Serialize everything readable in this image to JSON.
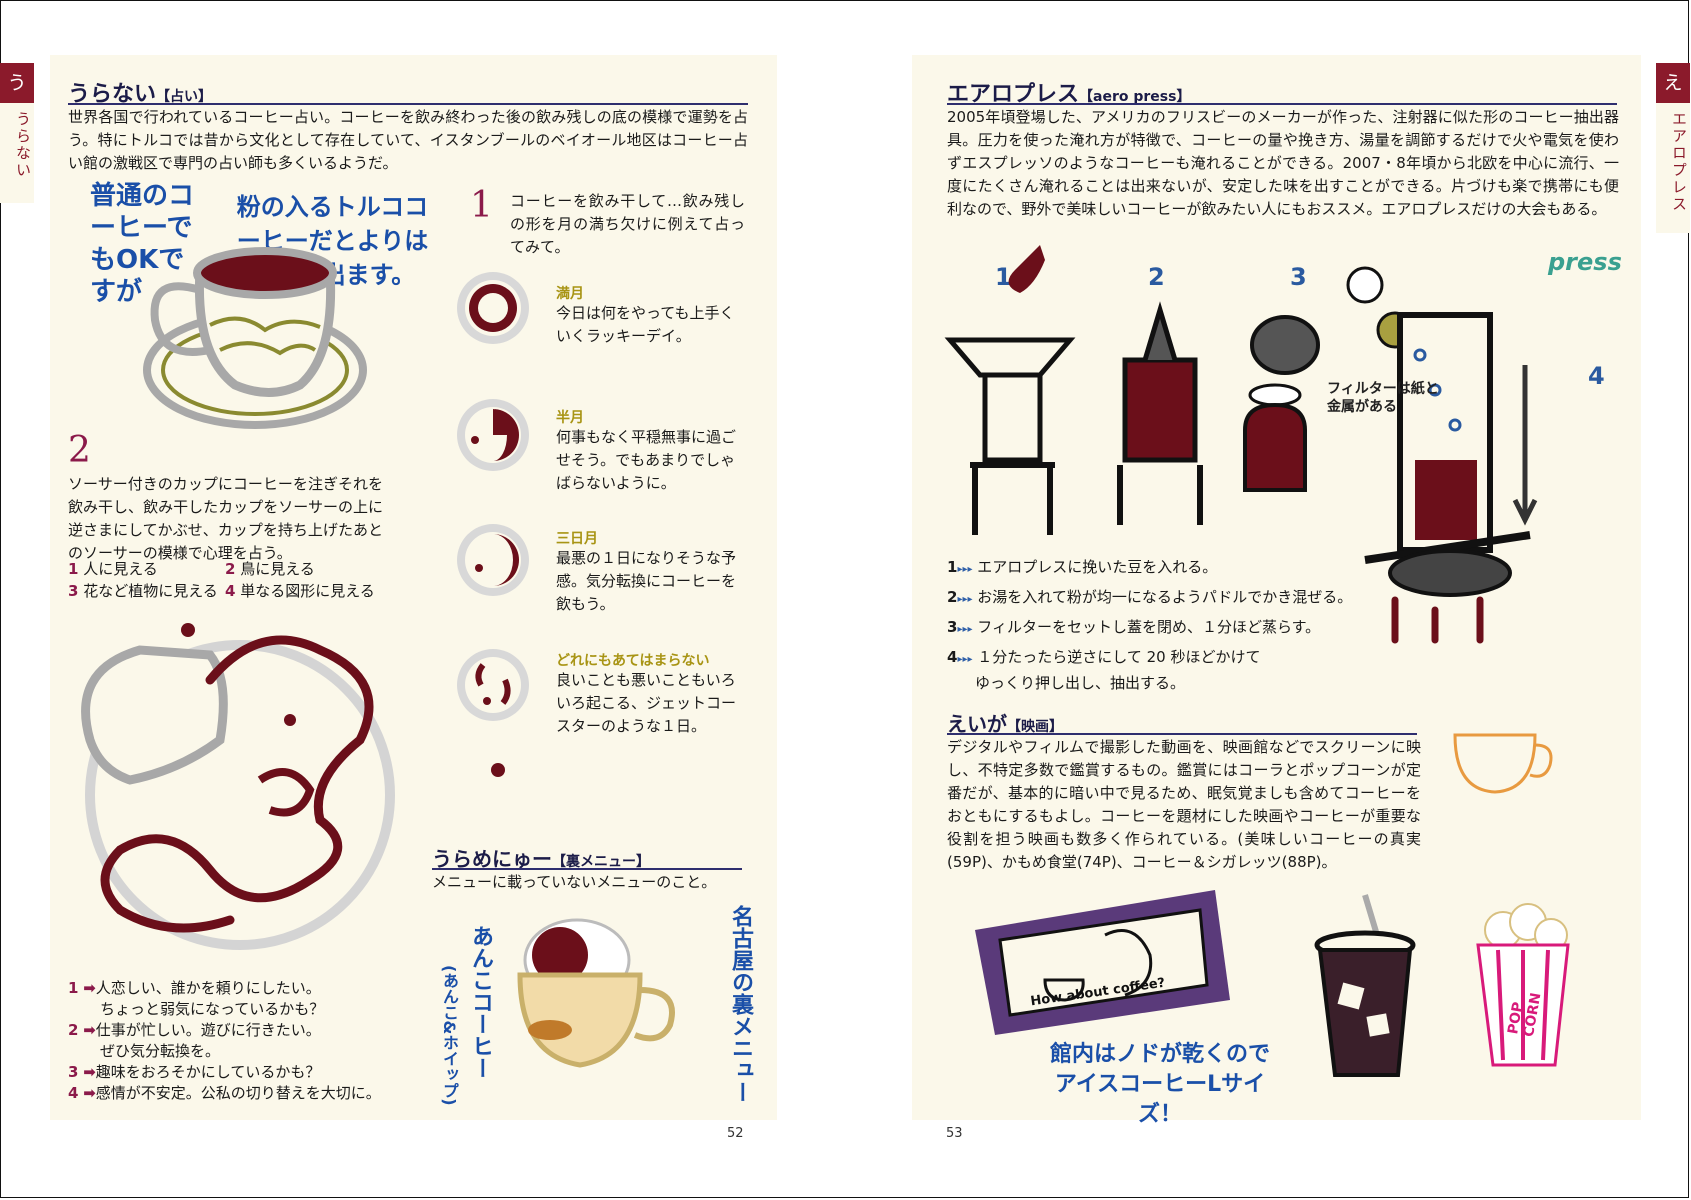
{
  "left": {
    "tab": {
      "letter": "う",
      "label": "うらない"
    },
    "uranai": {
      "title": "うらない",
      "tag": "【占い】",
      "intro": "世界各国で行われているコーヒー占い。コーヒーを飲み終わった後の飲み残しの底の模様で運勢を占う。特にトルコでは昔から文化として存在していて、イスタンブールのベイオール地区はコーヒー占い館の激戦区で専門の占い師も多くいるようだ。",
      "hand_note_1": "普通のコーヒーでもOKですが",
      "hand_note_2": "粉の入るトルココーヒーだとよりはっきり出ます。",
      "method1": {
        "num": "1",
        "text": "コーヒーを飲み干して…飲み残しの形を月の満ち欠けに例えて占ってみて。",
        "moons": [
          {
            "name": "満月",
            "desc": "今日は何をやっても上手くいくラッキーデイ。"
          },
          {
            "name": "半月",
            "desc": "何事もなく平穏無事に過ごせそう。でもあまりでしゃばらないように。"
          },
          {
            "name": "三日月",
            "desc": "最悪の１日になりそうな予感。気分転換にコーヒーを飲もう。"
          },
          {
            "name": "どれにもあてはまらない",
            "desc": "良いことも悪いこともいろいろ起こる、ジェットコースターのような１日。"
          }
        ]
      },
      "method2": {
        "num": "2",
        "text": "ソーサー付きのカップにコーヒーを注ぎそれを飲み干し、飲み干したカップをソーサーの上に逆さまにしてかぶせ、カップを持ち上げたあとのソーサーの模様で心理を占う。",
        "options": [
          {
            "n": "1",
            "label": "人に見える"
          },
          {
            "n": "2",
            "label": "鳥に見える"
          },
          {
            "n": "3",
            "label": "花など植物に見える"
          },
          {
            "n": "4",
            "label": "単なる図形に見える"
          }
        ],
        "results": [
          {
            "n": "1",
            "text": "人恋しい、誰かを頼りにしたい。",
            "text2": "ちょっと弱気になっているかも？"
          },
          {
            "n": "2",
            "text": "仕事が忙しい。遊びに行きたい。",
            "text2": "ぜひ気分転換を。"
          },
          {
            "n": "3",
            "text": "趣味をおろそかにしているかも？",
            "text2": ""
          },
          {
            "n": "4",
            "text": "感情が不安定。公私の切り替えを大切に。",
            "text2": ""
          }
        ]
      }
    },
    "urame": {
      "title": "うらめにゅー",
      "tag": "【裏メニュー】",
      "text": "メニューに載っていないメニューのこと。",
      "hand_vertical_1": "名古屋の裏メニュー",
      "hand_vertical_2": "あんこコーヒー",
      "hand_vertical_3": "(あんこ&ホイップ)"
    },
    "page_number": "52"
  },
  "right": {
    "tab": {
      "letter": "え",
      "label": "エアロプレス"
    },
    "aeropress": {
      "title": "エアロプレス",
      "tag": "【aero press】",
      "text": "2005年頃登場した、アメリカのフリスビーのメーカーが作った、注射器に似た形のコーヒー抽出器具。圧力を使った淹れ方が特徴で、コーヒーの量や挽き方、湯量を調節するだけで火や電気を使わずエスプレッソのようなコーヒーも淹れることができる。2007・8年頃から北欧を中心に流行、一度にたくさん淹れることは出来ないが、安定した味を出すことができる。片づけも楽で携帯にも便利なので、野外で美味しいコーヒーが飲みたい人にもおススメ。エアロプレスだけの大会もある。",
      "illus_steps": [
        "1",
        "2",
        "3",
        "4"
      ],
      "hand_filter": "フィルターは紙と金属がある",
      "hand_press": "press",
      "steps": [
        {
          "n": "1",
          "text": "エアロプレスに挽いた豆を入れる。"
        },
        {
          "n": "2",
          "text": "お湯を入れて粉が均一になるようパドルでかき混ぜる。"
        },
        {
          "n": "3",
          "text": "フィルターをセットし蓋を閉め、１分ほど蒸らす。"
        },
        {
          "n": "4",
          "text": "１分たったら逆さにして 20 秒ほどかけて",
          "text2": "ゆっくり押し出し、抽出する。"
        }
      ]
    },
    "eiga": {
      "title": "えいが",
      "tag": "【映画】",
      "text": "デジタルやフィルムで撮影した動画を、映画館などでスクリーンに映し、不特定多数で鑑賞するもの。鑑賞にはコーラとポップコーンが定番だが、基本的に暗い中で見るため、眠気覚ましも含めてコーヒーをおともにするもよし。コーヒーを題材にした映画やコーヒーが重要な役割を担う映画も数多く作られている。(美味しいコーヒーの真実(59P)、かもめ食堂(74P)、コーヒー＆シガレッツ(88P)。",
      "screen_caption": "How about coffee?",
      "hand_note": "館内はノドが乾くのでアイスコーヒーLサイズ！",
      "popcorn_label": "POP CORN"
    },
    "page_number": "53"
  },
  "colors": {
    "accent": "#8b1a2b",
    "navy": "#1c1c48",
    "coffee": "#6b0f1a",
    "olive": "#a89414",
    "hand_blue": "#1a4fa8",
    "page_bg": "#fbf8ea"
  }
}
